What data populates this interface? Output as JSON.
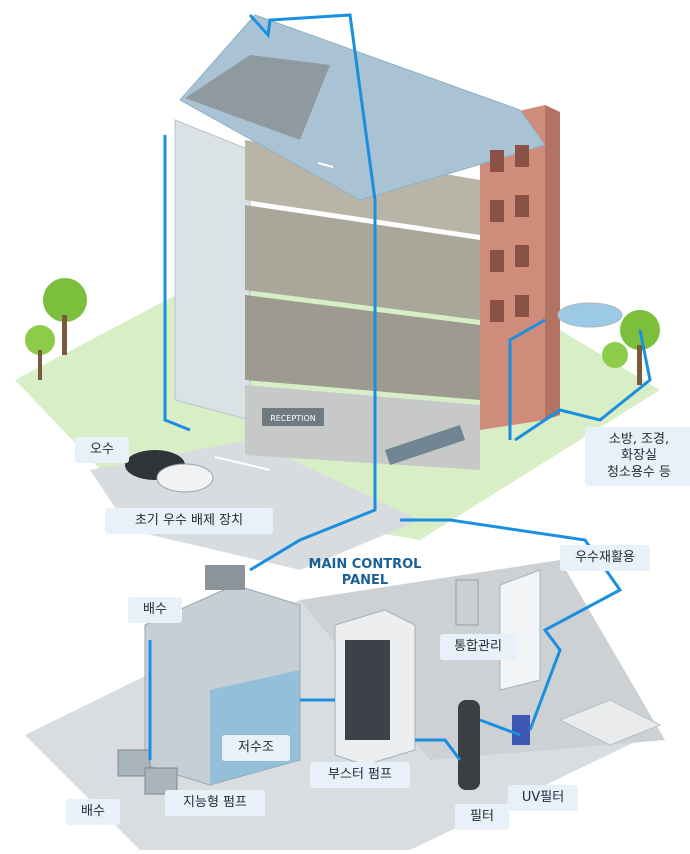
{
  "labels": {
    "sewage": "오수",
    "first_flush": "초기 우수 배제 장치",
    "drain_top": "배수",
    "drain_bottom": "배수",
    "smart_pump": "지능형 펌프",
    "reservoir": "저수조",
    "booster_pump": "부스터 펌프",
    "main_control_panel": [
      "MAIN CONTROL",
      "PANEL"
    ],
    "integrated_management": "통합관리",
    "filter": "필터",
    "uv_filter": "UV필터",
    "rainwater_reuse": "우수재활용",
    "uses": [
      "소방, 조경,",
      "화장실",
      "청소용수 등"
    ]
  },
  "reception_sign": "RECEPTION",
  "colors": {
    "pipe": "#1a8fe0",
    "label_bg": "#e8f1f9",
    "label_text": "#1e2a36",
    "accent_text": "#1a5f99",
    "roof": "#a9c3d5",
    "brick": "#cf8c7a",
    "ground": "#e3e6e8",
    "lawn": "#d7eec7"
  }
}
